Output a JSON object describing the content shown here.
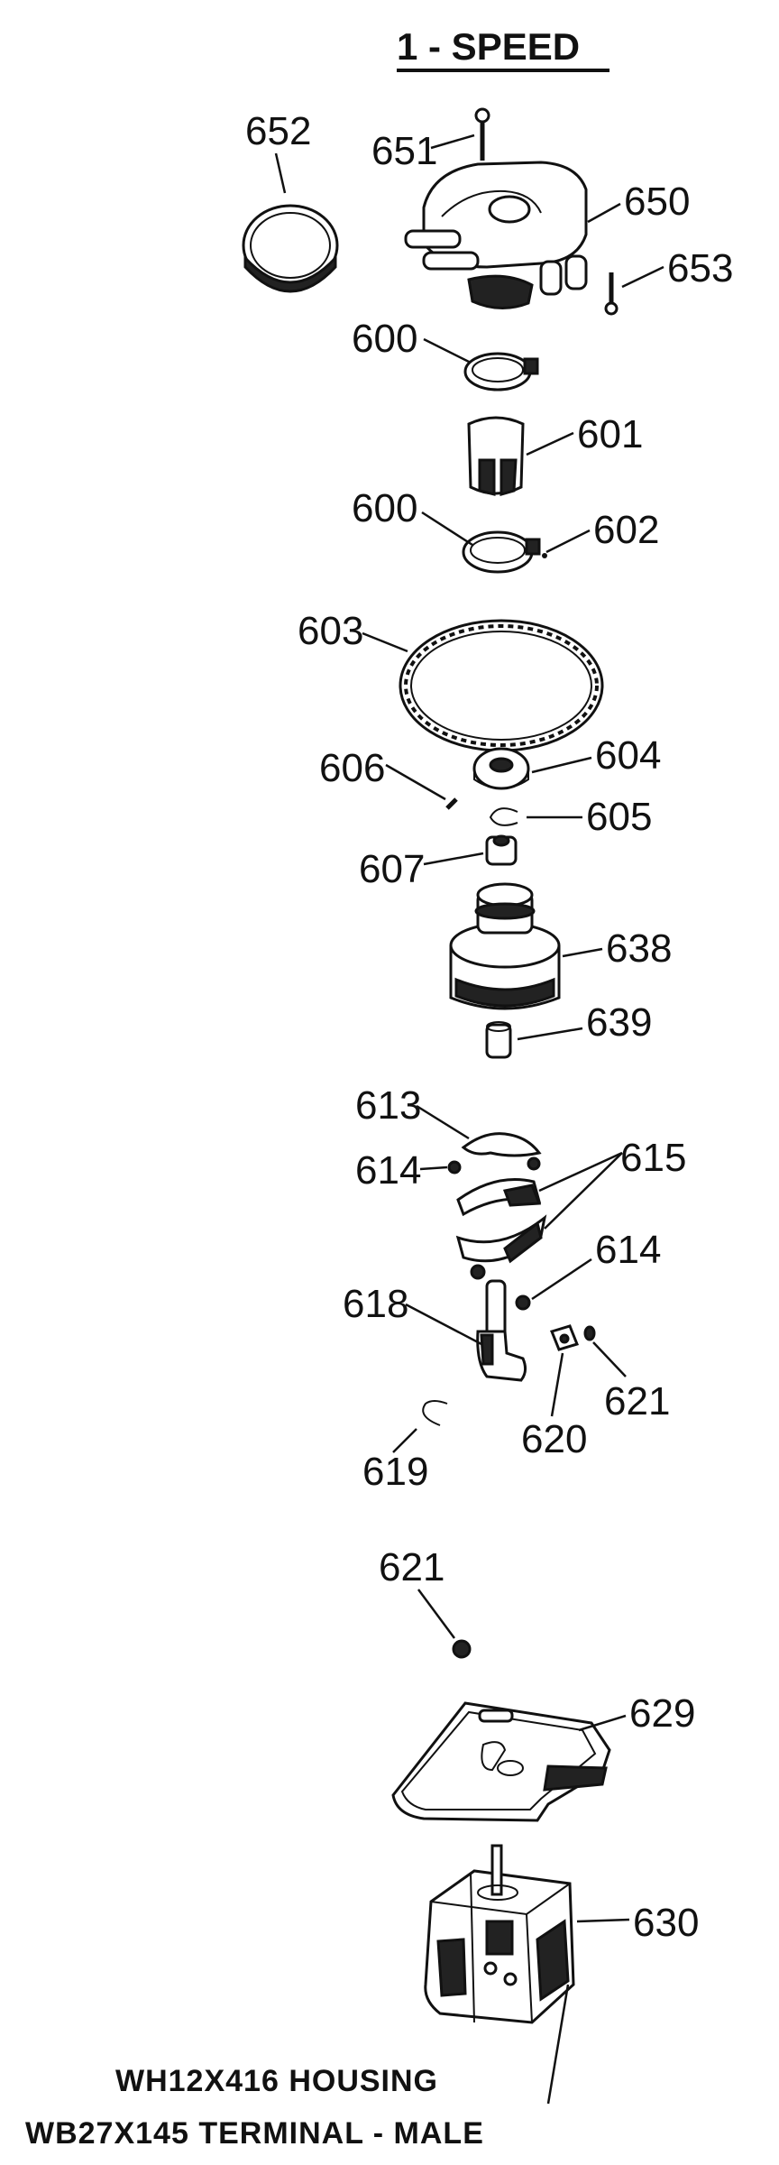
{
  "title": "1 - SPEED",
  "parts": [
    {
      "id": "p652",
      "label": "652"
    },
    {
      "id": "p651",
      "label": "651"
    },
    {
      "id": "p650",
      "label": "650"
    },
    {
      "id": "p653",
      "label": "653"
    },
    {
      "id": "p600a",
      "label": "600"
    },
    {
      "id": "p601",
      "label": "601"
    },
    {
      "id": "p600b",
      "label": "600"
    },
    {
      "id": "p602",
      "label": "602"
    },
    {
      "id": "p603",
      "label": "603"
    },
    {
      "id": "p606",
      "label": "606"
    },
    {
      "id": "p604",
      "label": "604"
    },
    {
      "id": "p605",
      "label": "605"
    },
    {
      "id": "p607",
      "label": "607"
    },
    {
      "id": "p638",
      "label": "638"
    },
    {
      "id": "p639",
      "label": "639"
    },
    {
      "id": "p613",
      "label": "613"
    },
    {
      "id": "p614a",
      "label": "614"
    },
    {
      "id": "p615",
      "label": "615"
    },
    {
      "id": "p614b",
      "label": "614"
    },
    {
      "id": "p618",
      "label": "618"
    },
    {
      "id": "p621a",
      "label": "621"
    },
    {
      "id": "p620",
      "label": "620"
    },
    {
      "id": "p619",
      "label": "619"
    },
    {
      "id": "p621b",
      "label": "621"
    },
    {
      "id": "p629",
      "label": "629"
    },
    {
      "id": "p630",
      "label": "630"
    }
  ],
  "notes": {
    "housing": "WH12X416 HOUSING",
    "terminal": "WB27X145 TERMINAL - MALE"
  }
}
